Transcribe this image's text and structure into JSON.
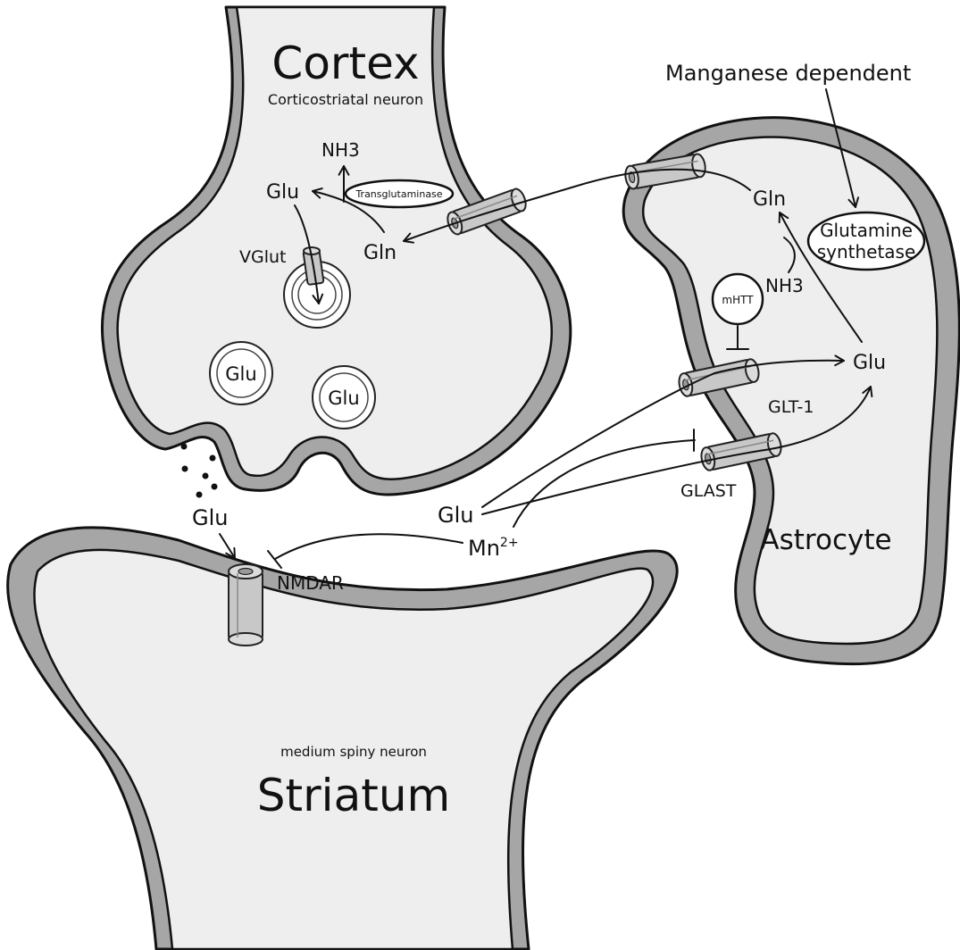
{
  "cortex": {
    "title": "Cortex",
    "subtitle": "Corticostriatal neuron",
    "nh3": "NH3",
    "glu": "Glu",
    "gln": "Gln",
    "transglutaminase": "Transglutaminase",
    "vglut": "VGlut",
    "vesicle1": "Glu",
    "vesicle2": "Glu"
  },
  "astrocyte": {
    "title": "Astrocyte",
    "gln": "Gln",
    "glutamine_synthetase_line1": "Glutamine",
    "glutamine_synthetase_line2": "synthetase",
    "nh3": "NH3",
    "mhtt": "mHTT",
    "glu": "Glu",
    "glt1": "GLT-1",
    "glast": "GLAST"
  },
  "manganese_dependent": "Manganese dependent",
  "synapse": {
    "glu_cleft": "Glu",
    "glu_mid": "Glu",
    "mn_base": "Mn",
    "mn_charge": "2+",
    "nmdar": "NMDAR"
  },
  "striatum": {
    "title": "Striatum",
    "subtitle": "medium spiny neuron"
  },
  "colors": {
    "membrane": "#a6a6a6",
    "cytoplasm": "#eeeeee",
    "channel": "#c8c8c8",
    "line": "#111111"
  }
}
